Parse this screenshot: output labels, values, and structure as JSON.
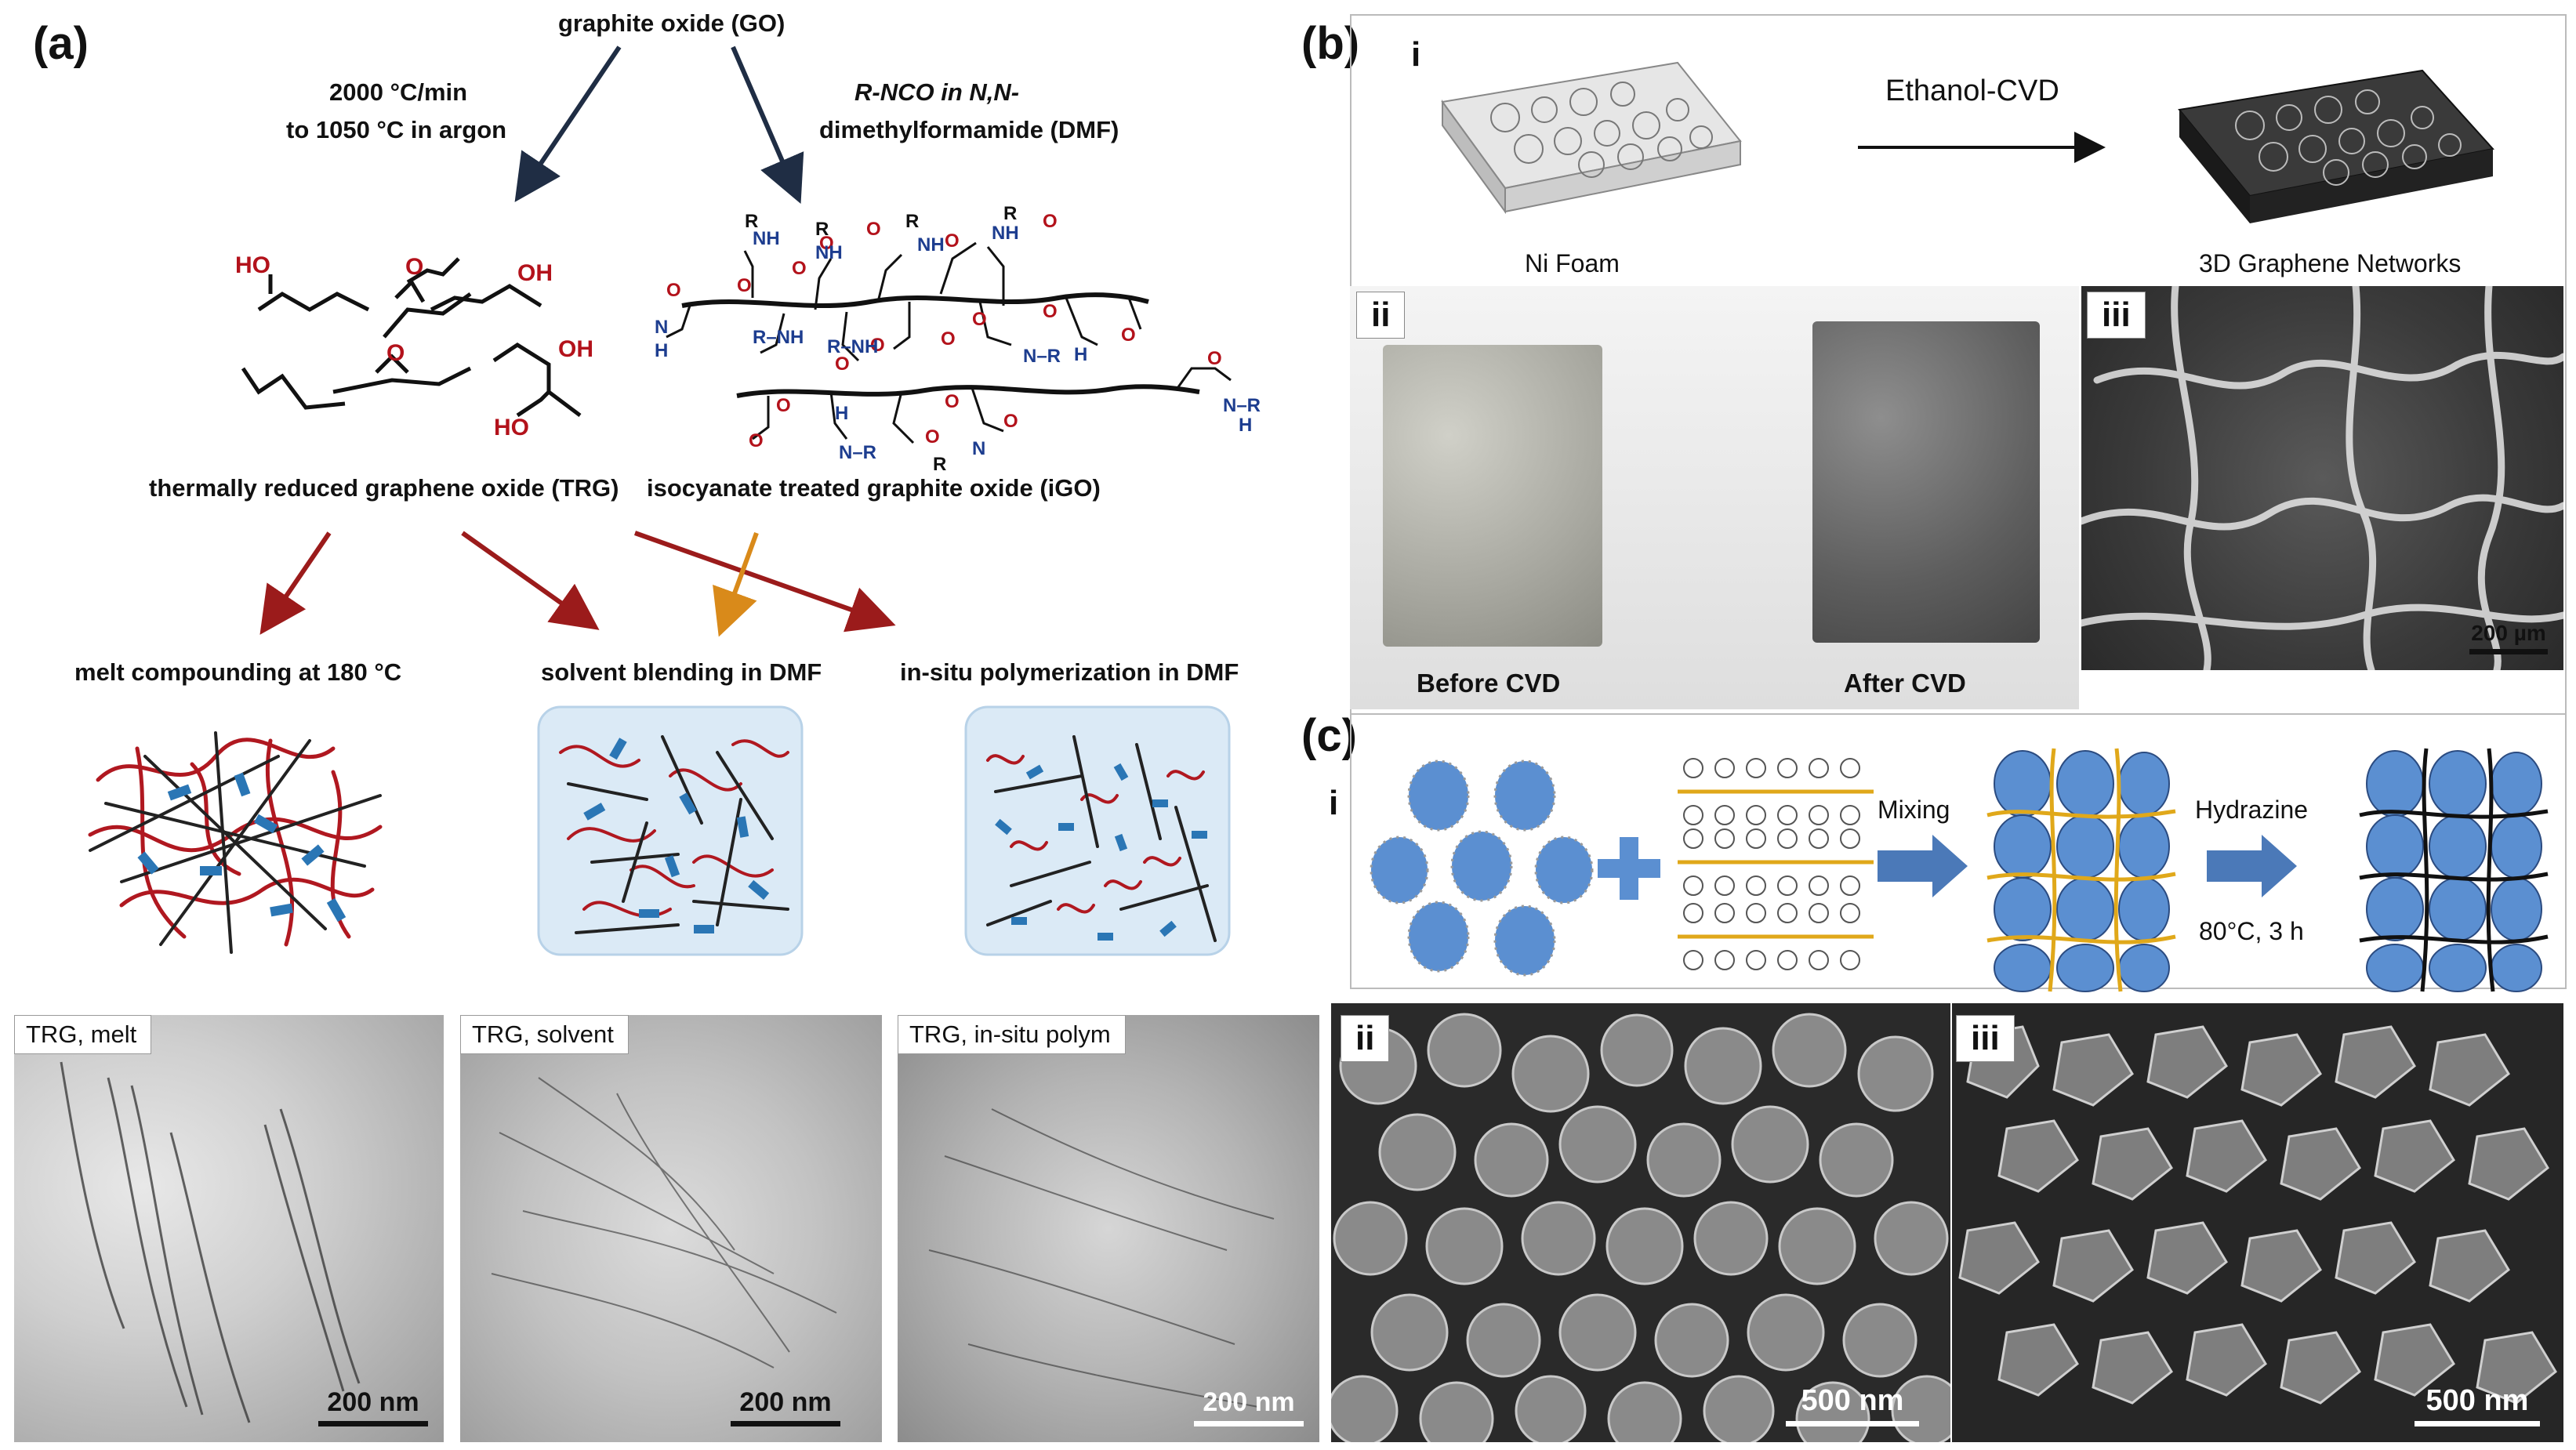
{
  "panel_a": {
    "letter": "(a)",
    "top_label": "graphite oxide (GO)",
    "left_condition_line1": "2000 °C/min",
    "left_condition_line2": "to 1050 °C in argon",
    "right_condition_line1": "R-NCO in N,N-",
    "right_condition_line2": "dimethylformamide (DMF)",
    "trg_label": "thermally reduced graphene oxide (TRG)",
    "igo_label": "isocyanate treated graphite oxide (iGO)",
    "methods": [
      "melt compounding at 180 °C",
      "solvent blending in DMF",
      "in-situ polymerization in DMF"
    ],
    "tem_labels": [
      "TRG, melt",
      "TRG, solvent",
      "TRG, in-situ polym"
    ],
    "scale_bars": [
      "200 nm",
      "200 nm",
      "200 nm"
    ],
    "chem_labels": {
      "oh": "OH",
      "ho": "HO",
      "r": "R",
      "nh": "NH",
      "n": "N",
      "h": "H",
      "o": "O"
    }
  },
  "panel_b": {
    "letter": "(b)",
    "sub_i": "i",
    "sub_ii": "ii",
    "sub_iii": "iii",
    "process": "Ethanol-CVD",
    "ni_foam": "Ni Foam",
    "networks": "3D Graphene Networks",
    "before": "Before CVD",
    "after": "After CVD",
    "scale_bar": "200 µm"
  },
  "panel_c": {
    "letter": "(c)",
    "sub_i": "i",
    "sub_ii": "ii",
    "sub_iii": "iii",
    "mixing": "Mixing",
    "hydrazine": "Hydrazine",
    "conditions": "80°C, 3 h",
    "scale_bars": [
      "500 nm",
      "500 nm"
    ]
  },
  "colors": {
    "arrow_dark": "#1f2d44",
    "arrow_red": "#9b1b1b",
    "arrow_orange": "#d98a1a",
    "oxygen_red": "#b3121b",
    "nitrogen_blue": "#1d3d8f",
    "polymer_red": "#b01820",
    "filler_blue": "#2a76b5",
    "box_blue": "#dbeaf6",
    "sphere_blue": "#5b8fd1",
    "gold_line": "#e0a81a",
    "process_arrow": "#4b79b8"
  }
}
